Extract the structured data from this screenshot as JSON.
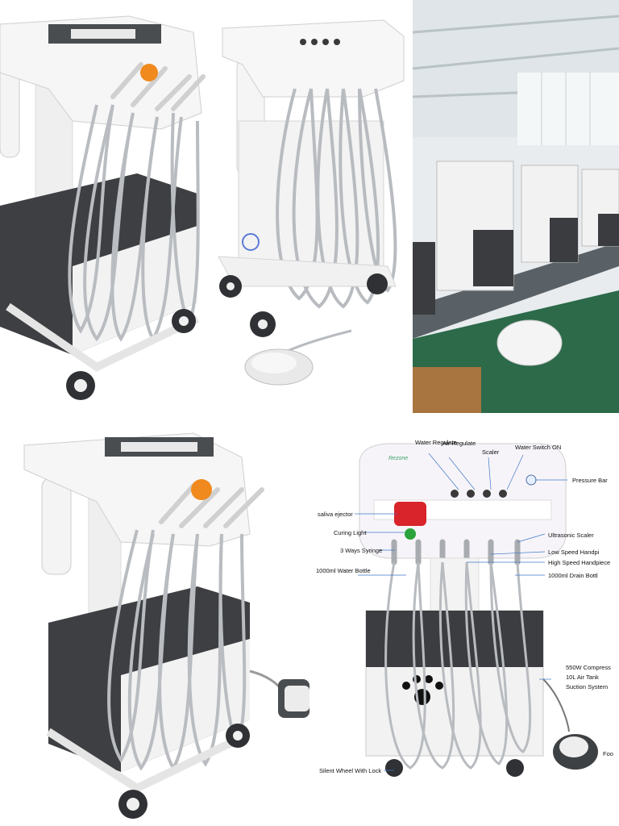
{
  "image": {
    "panels": [
      {
        "name": "cart-front-angle",
        "description_label": "Mobile dental unit, angled view"
      },
      {
        "name": "cart-side-with-pedal",
        "description_label": "Mobile dental unit with foot pedal"
      },
      {
        "name": "factory-production-line",
        "description_label": "Factory assembly line"
      },
      {
        "name": "cart-front-angle-pedal",
        "description_label": "Mobile dental unit with foot pedal, angled"
      },
      {
        "name": "cart-annotated",
        "description_label": "Annotated diagram"
      }
    ]
  },
  "annotations": {
    "brand": "Rezone",
    "water_regulate": "Water Regulate",
    "air_regulate": "Air Regulate",
    "scaler": "Scaler",
    "water_switch": "Water Switch ON",
    "pressure_bar": "Pressure Bar",
    "saliva_ejector": "saliva ejector",
    "curing_light": "Curing Light",
    "ultrasonic_scaler": "Ultrasonic Scaler",
    "three_way_syringe": "3 Ways Syringe",
    "low_speed": "Low Speed Handpi",
    "high_speed": "High Speed Handpiece",
    "water_bottle": "1000ml Water Bottle",
    "drain_bottle": "1000ml Drain Bottl",
    "compressor": "550W Compress",
    "air_tank": "10L Air Tank",
    "suction": "Suction System",
    "silent_wheel": "Silent Wheel With Lock",
    "foot": "Foo"
  },
  "colors": {
    "body_white": "#f3f3f3",
    "cabinet_dark": "#3b3d40",
    "hose_gray": "#b8bcc0",
    "accent_red": "#d8242a",
    "floor_green": "#2c6a4a"
  }
}
